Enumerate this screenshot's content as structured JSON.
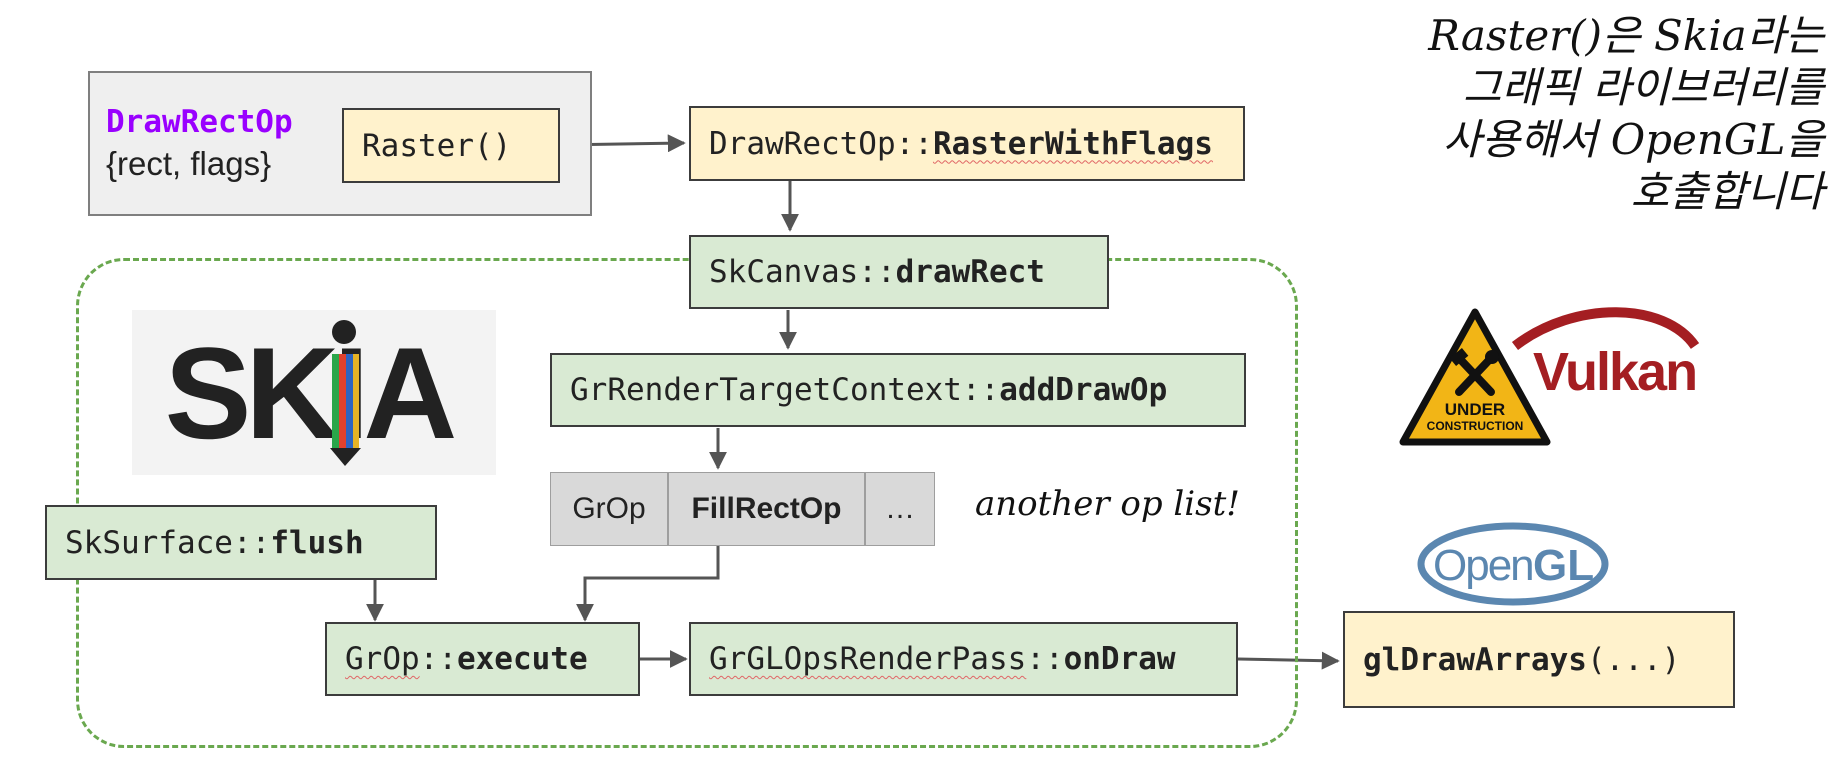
{
  "diagram": {
    "draw_rect_op": {
      "name": "DrawRectOp",
      "fields": "{rect, flags}",
      "method": "Raster()"
    },
    "raster_with_flags": {
      "cls": "DrawRectOp::",
      "method": "RasterWithFlags"
    },
    "draw_rect": {
      "cls": "SkCanvas::",
      "method": "drawRect"
    },
    "add_draw_op": {
      "cls": "GrRenderTargetContext::",
      "method": "addDrawOp"
    },
    "op_list": {
      "cells": [
        "GrOp",
        "FillRectOp",
        "…"
      ],
      "note": "another op list!"
    },
    "flush": {
      "cls": "SkSurface::",
      "method": "flush"
    },
    "execute": {
      "cls": "GrOp",
      "sep": "::",
      "method": "execute"
    },
    "on_draw": {
      "cls": "GrGLOpsRenderPass",
      "sep": "::",
      "method": "onDraw"
    },
    "gl_draw": {
      "method": "glDrawArrays",
      "args": "(...)"
    }
  },
  "annotation": {
    "lines": [
      "Raster()은 Skia라는",
      "그래픽 라이브러리를",
      "사용해서 OpenGL을",
      "호출합니다"
    ]
  },
  "logos": {
    "skia": "SKIA",
    "vulkan": "Vulkan",
    "under_construction": [
      "UNDER",
      "CONSTRUCTION"
    ],
    "opengl": {
      "open": "Open",
      "gl": "GL"
    }
  },
  "colors": {
    "yellow_box": "#fff2cc",
    "green_box": "#d9ead3",
    "grey_box": "#d9d9d9",
    "frame": "#6aa84f",
    "op_name": "#9900ff",
    "vulkan": "#a41e22",
    "opengl": "#5b87b0"
  }
}
